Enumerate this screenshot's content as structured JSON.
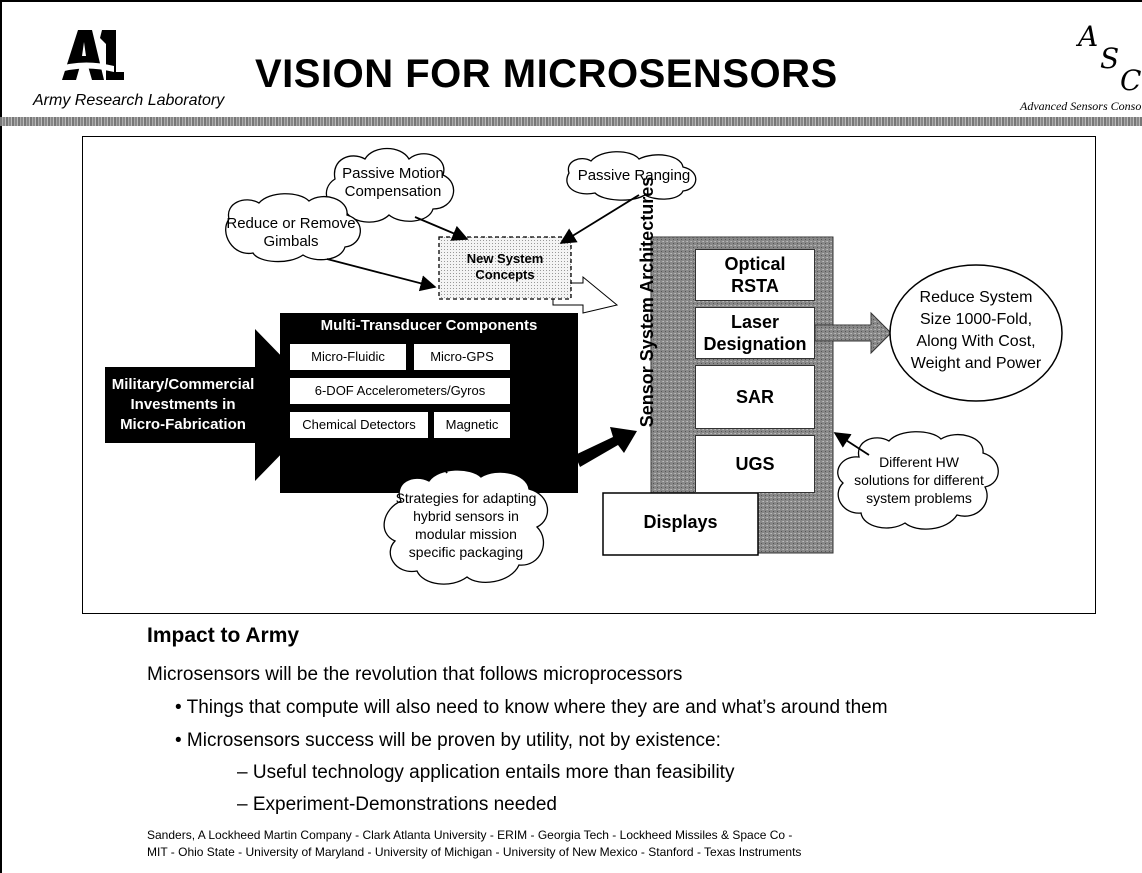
{
  "header": {
    "org_name": "Army Research Laboratory",
    "title": "VISION FOR MICROSENSORS",
    "asc_letters": [
      "A",
      "S",
      "C"
    ],
    "asc_name": "Advanced Sensors Consortium"
  },
  "diagram": {
    "input_arrow": [
      "Military/Commercial",
      "Investments in",
      "Micro-Fabrication"
    ],
    "components": {
      "title": "Multi-Transducer Components",
      "items": [
        "Micro-Fluidic",
        "Micro-GPS",
        "6-DOF Accelerometers/Gyros",
        "Chemical Detectors",
        "Magnetic"
      ]
    },
    "new_system": [
      "New System",
      "Concepts"
    ],
    "clouds": {
      "passive_motion": [
        "Passive Motion",
        "Compensation"
      ],
      "passive_ranging": "Passive Ranging",
      "gimbals": [
        "Reduce or Remove",
        "Gimbals"
      ],
      "strategies": [
        "Strategies for adapting",
        "hybrid sensors in",
        "modular mission",
        "specific packaging"
      ],
      "different_hw": [
        "Different HW",
        "solutions for different",
        "system problems"
      ]
    },
    "architecture_label": "Sensor System Architectures",
    "sensor_boxes": [
      [
        "Optical",
        "RSTA"
      ],
      [
        "Laser",
        "Designation"
      ],
      [
        "SAR"
      ],
      [
        "UGS"
      ]
    ],
    "displays": "Displays",
    "result": [
      "Reduce System",
      "Size 1000-Fold,",
      "Along With Cost,",
      "Weight and Power"
    ]
  },
  "impact": {
    "heading": "Impact to Army",
    "intro": "Microsensors will be the revolution that follows microprocessors",
    "bullets": [
      "• Things that compute will also need to know where they are and what’s around them",
      "• Microsensors success will be proven by utility, not by existence:"
    ],
    "subbullets": [
      "– Useful technology application entails more than feasibility",
      "– Experiment-Demonstrations needed"
    ]
  },
  "footer": [
    "Sanders, A Lockheed Martin Company - Clark Atlanta University - ERIM - Georgia Tech - Lockheed Missiles & Space Co -",
    "MIT - Ohio State - University of Maryland - University of Michigan - University of New Mexico - Stanford - Texas Instruments"
  ]
}
